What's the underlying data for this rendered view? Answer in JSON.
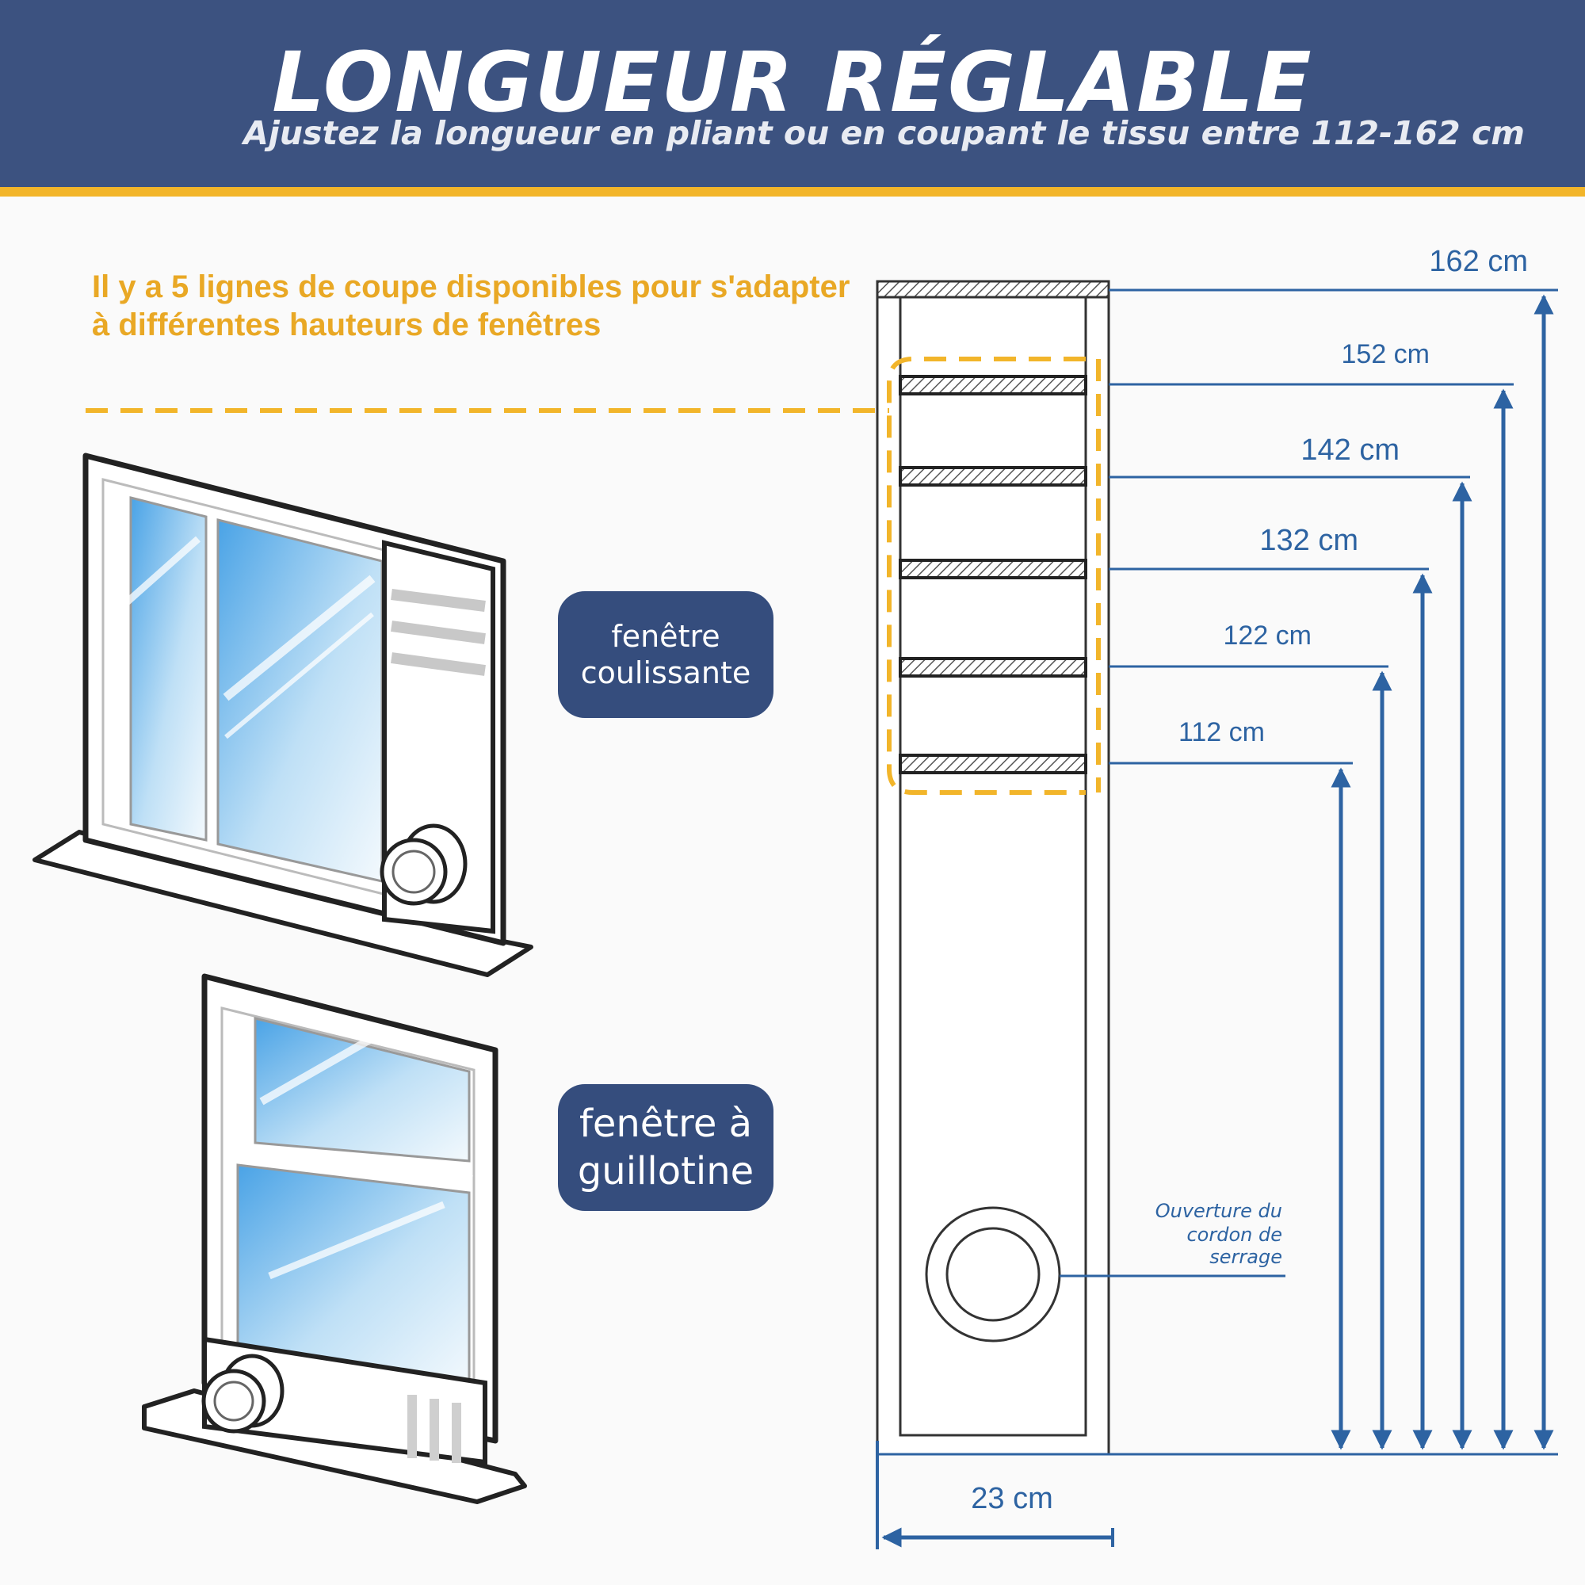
{
  "header": {
    "title": "LONGUEUR RÉGLABLE",
    "subtitle": "Ajustez la longueur en pliant ou en coupant le tissu entre 112-162 cm"
  },
  "note": "Il y a 5 lignes de coupe disponibles pour s'adapter à différentes hauteurs de fenêtres",
  "windows": {
    "sliding_label": "fenêtre coulissante",
    "sash_label": "fenêtre à guillotine"
  },
  "dimensions": {
    "lengths": [
      "162 cm",
      "152 cm",
      "142 cm",
      "132 cm",
      "122 cm",
      "112 cm"
    ],
    "width": "23 cm"
  },
  "hole_label": [
    "Ouverture du",
    "cordon de",
    "serrage"
  ],
  "colors": {
    "header": "#3c5280",
    "accent": "#f2b52a",
    "dimension": "#2d63a2",
    "pill": "#354d7d"
  }
}
